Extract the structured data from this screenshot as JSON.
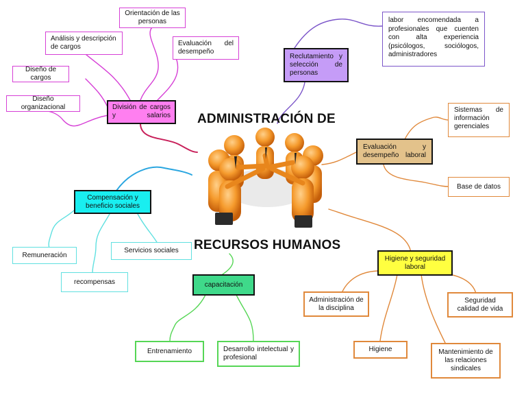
{
  "title": {
    "line1": "ADMINISTRACIÓN DE",
    "line2": "RECURSOS HUMANOS"
  },
  "colors": {
    "magenta": "#d63fd6",
    "magenta_fill": "#ff7ff0",
    "purple": "#7b55c9",
    "purple_fill": "#c59cf7",
    "orange": "#e0883a",
    "tan_fill": "#e3c28b",
    "yellow_fill": "#ffff40",
    "cyan": "#5fe0e0",
    "cyan_fill": "#19eef0",
    "blue": "#2aa6e0",
    "green": "#55d655",
    "green_fill": "#3fd98a",
    "crimson": "#c8205a"
  },
  "nodes": {
    "division": "División de cargos y salarios",
    "orientacion": "Orientación de las personas",
    "analisis": "Análisis y descripción de cargos",
    "evaluacion_desempeno": "Evaluación del desempeño",
    "diseno_cargos": "Diseño de cargos",
    "diseno_org": "Diseño organizacional",
    "reclutamiento": "Reclutamiento y selección de personas",
    "labor": "labor encomendada a profesionales que cuenten con alta experiencia (psicólogos, sociólogos, administradores",
    "evaluacion_laboral": "Evaluación y desempeño laboral",
    "sistemas": "Sistemas de información gerenciales",
    "base_datos": "Base de datos",
    "compensacion": "Compensación y beneficio sociales",
    "remuneracion": "Remuneración",
    "servicios": "Servicios sociales",
    "recompensas": "recompensas",
    "higiene_seg": "Higiene y seguridad laboral",
    "admin_disc": "Administración de la disciplina",
    "seguridad_calidad": "Seguridad calidad de vida",
    "higiene": "Higiene",
    "mantenimiento": "Mantenimiento de las relaciones sindicales",
    "capacitacion": "capacitación",
    "entrenamiento": "Entrenamiento",
    "desarrollo": "Desarrollo intelectual y profesional"
  }
}
